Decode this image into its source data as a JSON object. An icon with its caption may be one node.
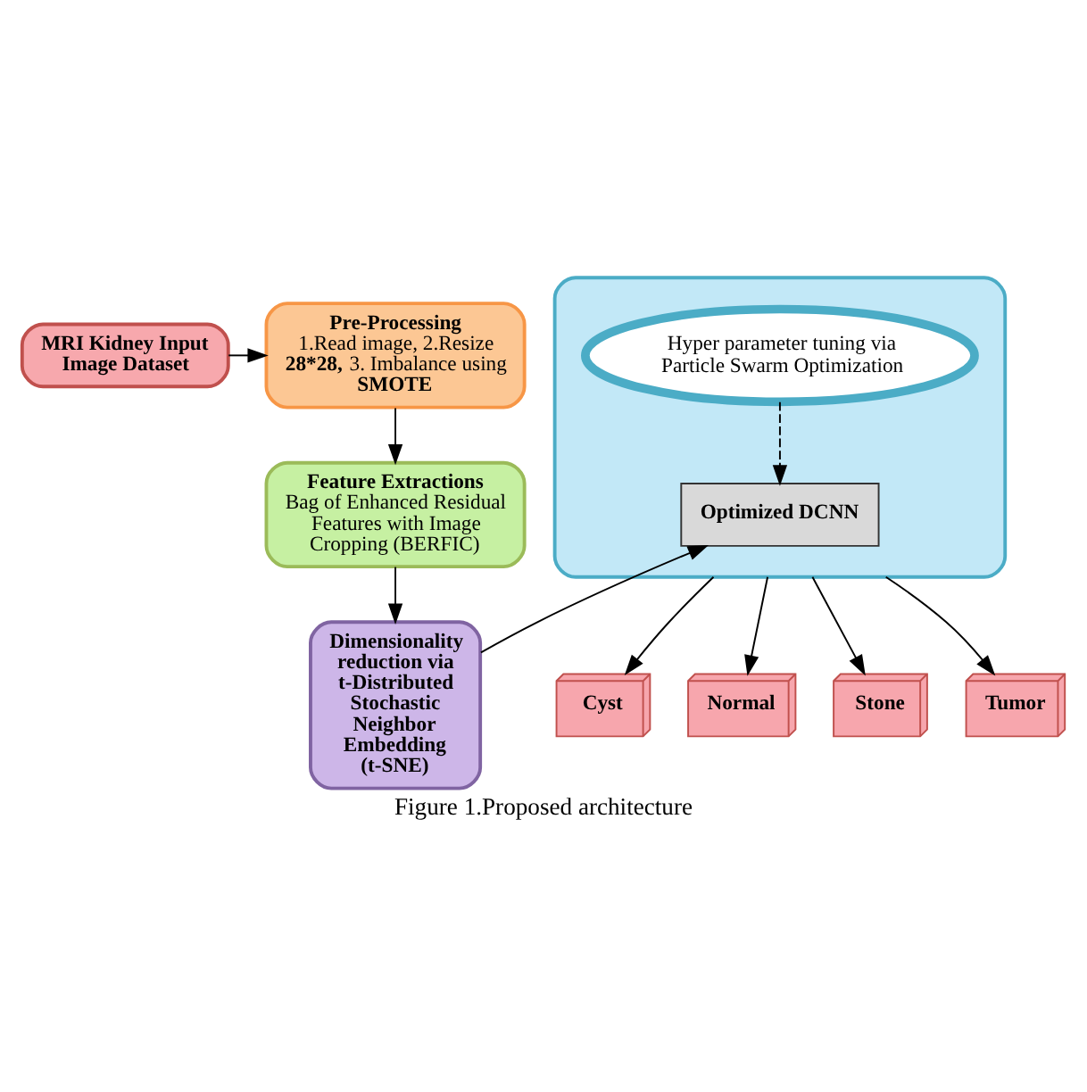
{
  "diagram": {
    "caption": "Figure 1.Proposed architecture",
    "nodes": [
      {
        "text": [
          "MRI Kidney Input Image Dataset"
        ]
      },
      {
        "text": [
          "Pre-Processing",
          "1.Read image, 2.Resize **28*28,** 3. Imbalance using **SMOTE**"
        ]
      },
      {
        "text": [
          "Feature Extractions",
          "Bag of Enhanced Residual Features with Image Cropping (BERFIC)"
        ]
      },
      {
        "text": [
          "Dimensionality reduction via t-Distributed Stochastic Neighbor Embedding (t-SNE)"
        ]
      },
      {
        "text": [],
        "shape": "box"
      },
      {
        "text": [
          "Hyper parameter tuning via Particle Swarm Optimization"
        ],
        "in": 4
      },
      {
        "text": [
          "Optimized DCNN"
        ],
        "in": 4
      },
      {
        "text": [
          "Cyst"
        ]
      },
      {
        "text": [
          "Normal"
        ]
      },
      {
        "text": [
          "Stone"
        ]
      },
      {
        "text": [
          "Tumor"
        ]
      }
    ],
    "edges": [
      {
        "from": 0,
        "to": 1,
        "arrow": "to"
      },
      {
        "from": 1,
        "to": 2,
        "arrow": "to"
      },
      {
        "from": 2,
        "to": 3,
        "arrow": "to"
      },
      {
        "from": 3,
        "to": 6,
        "arrow": "to"
      },
      {
        "from": 5,
        "to": 6,
        "arrow": "to",
        "style": "dashed"
      },
      {
        "from": 4,
        "to": 7,
        "arrow": "to"
      },
      {
        "from": 4,
        "to": 8,
        "arrow": "to"
      },
      {
        "from": 4,
        "to": 9,
        "arrow": "to"
      },
      {
        "from": 4,
        "to": 10,
        "arrow": "to"
      }
    ]
  }
}
